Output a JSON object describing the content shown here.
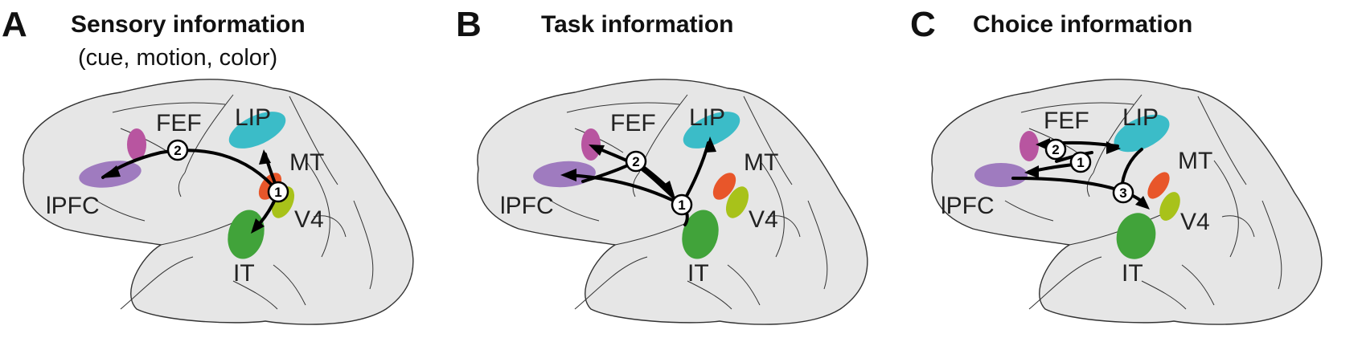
{
  "colors": {
    "brain": "#e6e6e6",
    "outline": "#333333",
    "FEF": "#b855a0",
    "LIP": "#3bbcc8",
    "MT": "#e8562a",
    "V4": "#a8c21a",
    "IT": "#41a33a",
    "lPFC": "#9f7bbf",
    "arrow": "#000000"
  },
  "regions": {
    "fef": "FEF",
    "lip": "LIP",
    "mt": "MT",
    "v4": "V4",
    "it": "IT",
    "lpfc": "lPFC"
  },
  "panels": [
    {
      "letter": "A",
      "title": "Sensory information",
      "subtitle": "(cue, motion, color)",
      "steps": [
        "1",
        "2"
      ]
    },
    {
      "letter": "B",
      "title": "Task information",
      "subtitle": "",
      "steps": [
        "1",
        "2"
      ]
    },
    {
      "letter": "C",
      "title": "Choice information",
      "subtitle": "",
      "steps": [
        "1",
        "2",
        "3"
      ]
    }
  ]
}
